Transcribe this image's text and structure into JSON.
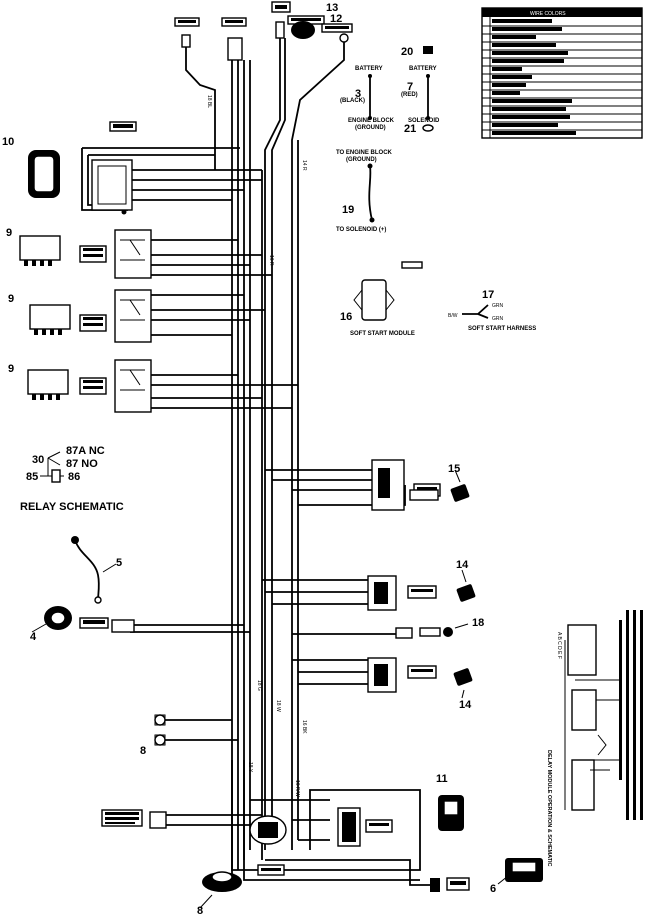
{
  "callouts": {
    "c4": "4",
    "c5": "5",
    "c6": "6",
    "c8": "8",
    "c9a": "9",
    "c9b": "9",
    "c9c": "9",
    "c10": "10",
    "c11": "11",
    "c12": "12",
    "c13": "13",
    "c14a": "14",
    "c14b": "14",
    "c15": "15",
    "c16": "16",
    "c17": "17",
    "c18": "18",
    "c19": "19",
    "c3": "3",
    "c7": "7",
    "c20": "20",
    "c21": "21"
  },
  "relay_schematic": {
    "title": "RELAY SCHEMATIC",
    "t30": "30",
    "t87a": "87A NC",
    "t87": "87 NO",
    "t85": "85",
    "t86": "86"
  },
  "battery_detail": {
    "battery_left": "BATTERY",
    "battery_right": "BATTERY",
    "black": "(BLACK)",
    "red": "(RED)",
    "engine_block": "ENGINE BLOCK",
    "ground": "(GROUND)",
    "solenoid": "SOLENOID"
  },
  "cable_detail": {
    "to_engine_block": "TO ENGINE BLOCK",
    "ground": "(GROUND)",
    "to_solenoid": "TO SOLENOID (+)"
  },
  "soft_start": {
    "module": "SOFT START MODULE",
    "harness": "SOFT START HARNESS",
    "wire_label": "B/W",
    "wire_a": "GRN",
    "wire_b": "GRN"
  },
  "relay_module": {
    "title": "DELAY MODULE OPERATION & SCHEMATIC",
    "pins": "A B C D E F"
  },
  "wire_labels": {
    "l1": "18 BL",
    "l2": "16 R",
    "l3": "14 R",
    "l4": "18 G",
    "l5": "18 W",
    "l6": "16 BK",
    "l7": "18 Y",
    "l8": "16 R/W"
  },
  "legend": {
    "rows": 15,
    "header": "WIRE COLORS"
  }
}
